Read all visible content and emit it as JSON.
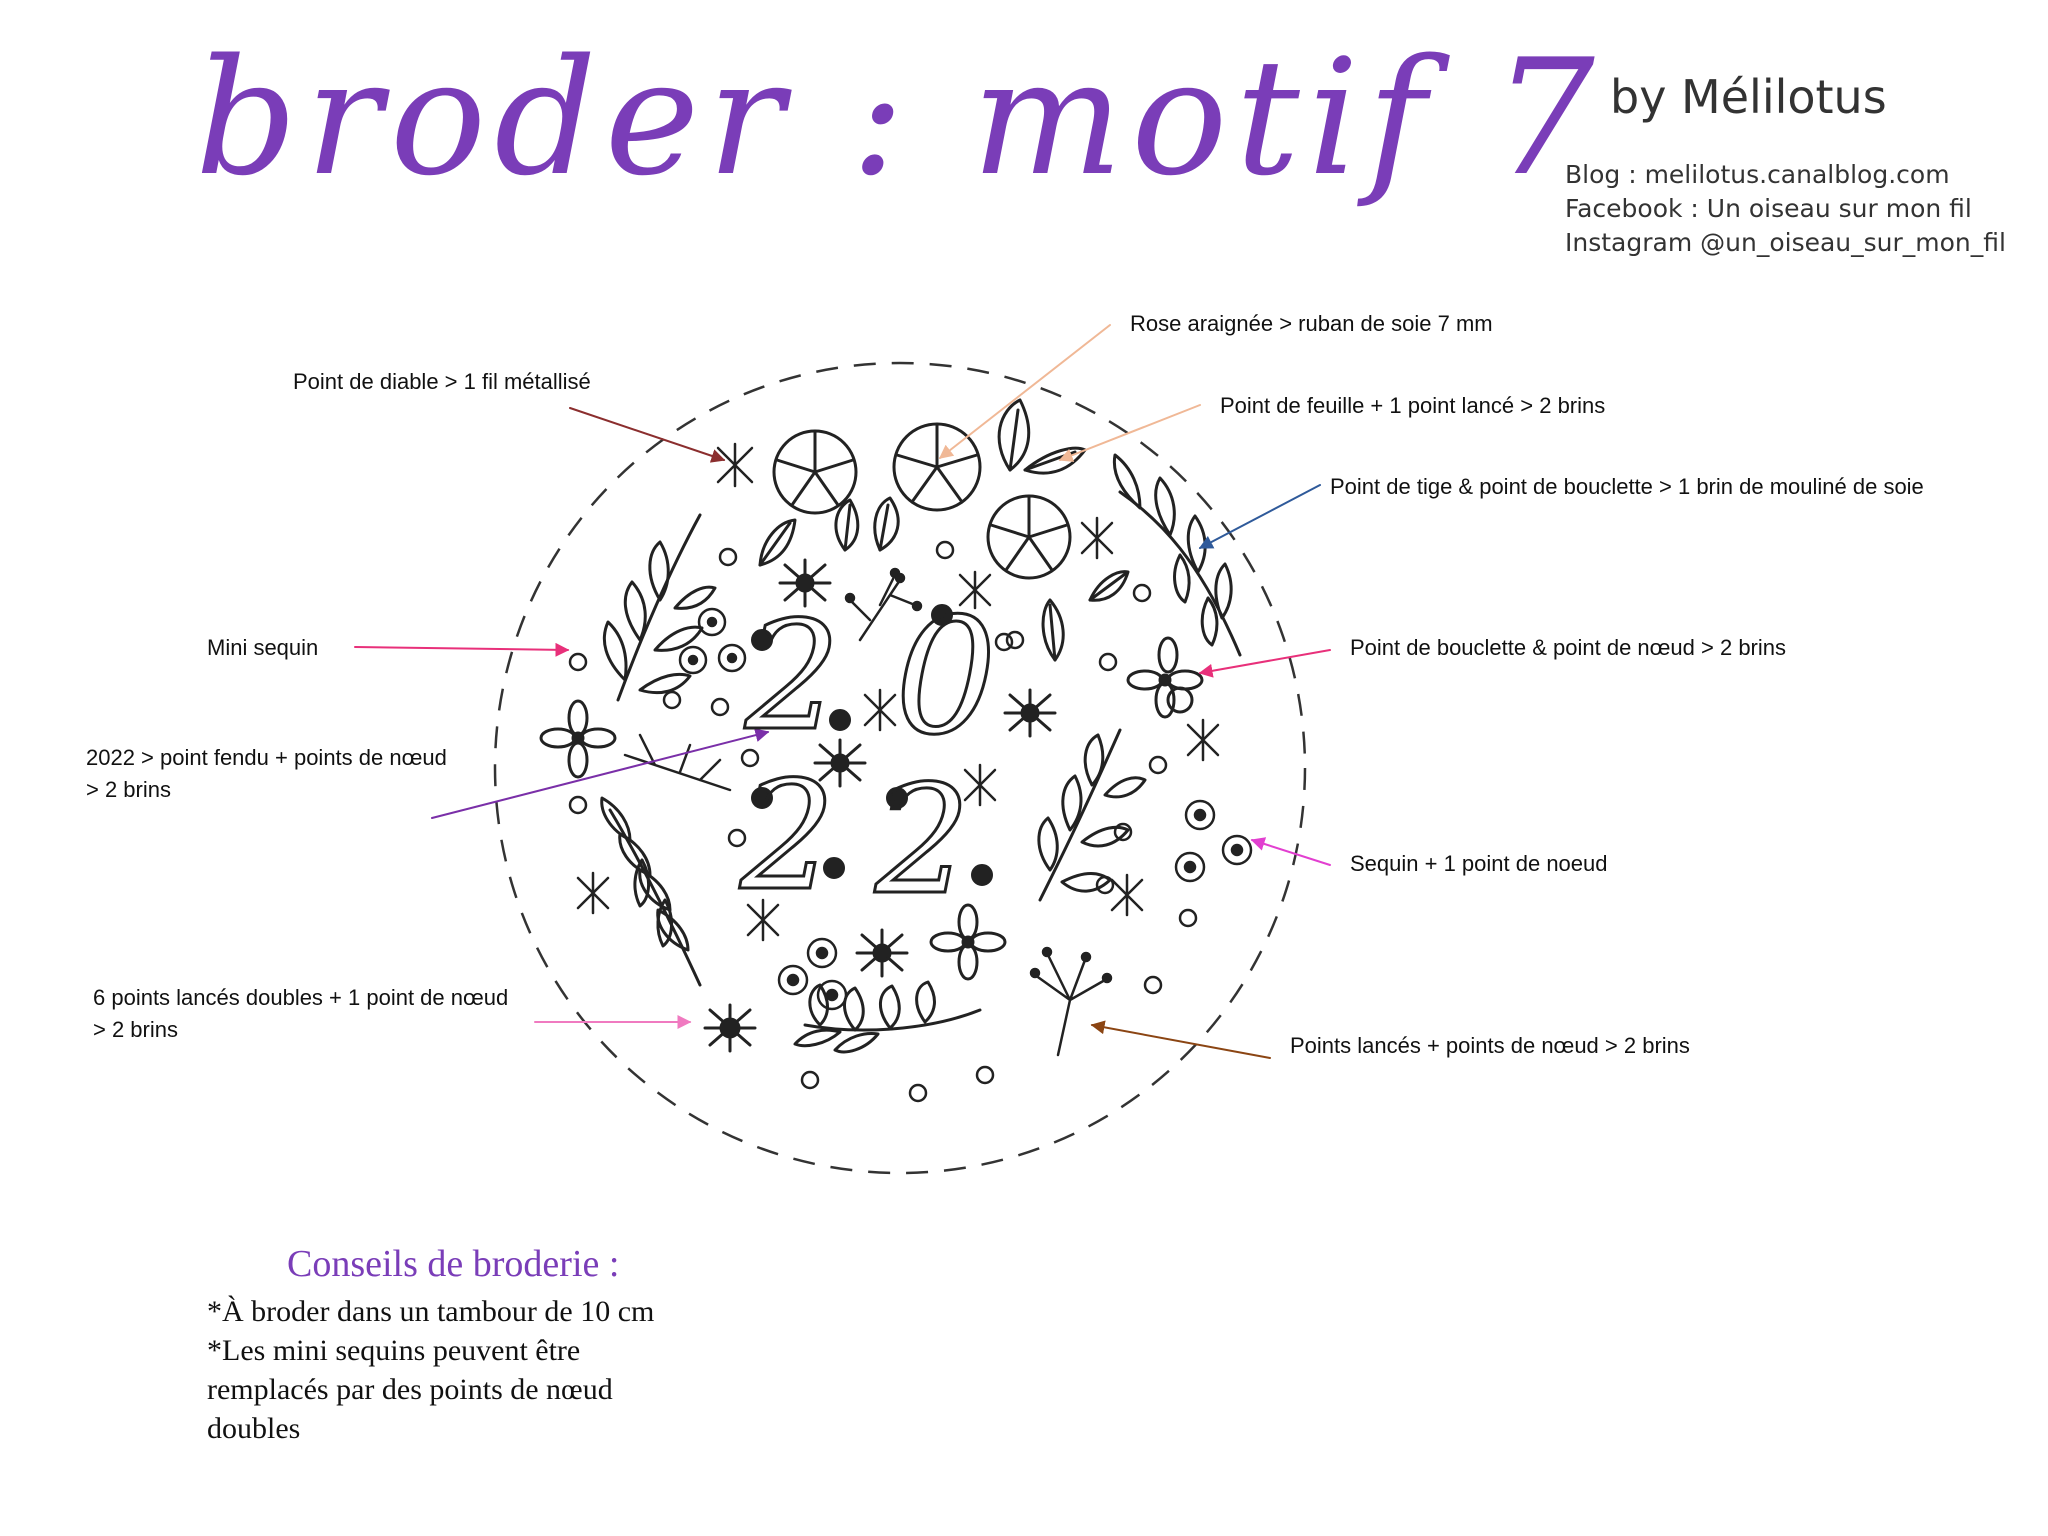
{
  "header": {
    "title": "broder : motif 7",
    "byline": "by Mélilotus",
    "contacts": [
      "Blog : melilotus.canalblog.com",
      "Facebook : Un oiseau sur mon fil",
      "Instagram @un_oiseau_sur_mon_fil"
    ]
  },
  "pattern": {
    "numbers": [
      "2",
      "0",
      "2",
      "2"
    ]
  },
  "annotations": {
    "rose": "Rose araignée > ruban de soie 7 mm",
    "diable": "Point de diable > 1 fil métallisé",
    "feuille": "Point de feuille + 1 point lancé > 2 brins",
    "tige": "Point de tige & point de bouclette > 1 brin de mouliné de soie",
    "mini_sequin": "Mini sequin",
    "bouclette": "Point de bouclette & point de nœud > 2 brins",
    "year_line1": "2022 > point fendu + points de nœud",
    "year_line2": "> 2 brins",
    "sequin": "Sequin + 1 point de noeud",
    "lances_line1": "6 points lancés doubles + 1 point de nœud",
    "lances_line2": "> 2 brins",
    "points_lances": "Points lancés + points de nœud > 2 brins"
  },
  "arrow_colors": {
    "diable": "#8b2e2e",
    "rose": "#f0b896",
    "feuille": "#f0b896",
    "tige": "#2f5a9a",
    "mini_sequin": "#e8307a",
    "bouclette": "#e8307a",
    "year": "#7a2fa8",
    "sequin": "#e23fd0",
    "lances": "#f07ac0",
    "points_lances": "#8b4513"
  },
  "tips": {
    "heading": "Conseils de broderie :",
    "line1": "*À broder dans un tambour de 10 cm",
    "line2": "*Les mini sequins peuvent être",
    "line3": "remplacés par des points de nœud",
    "line4": "doubles"
  }
}
